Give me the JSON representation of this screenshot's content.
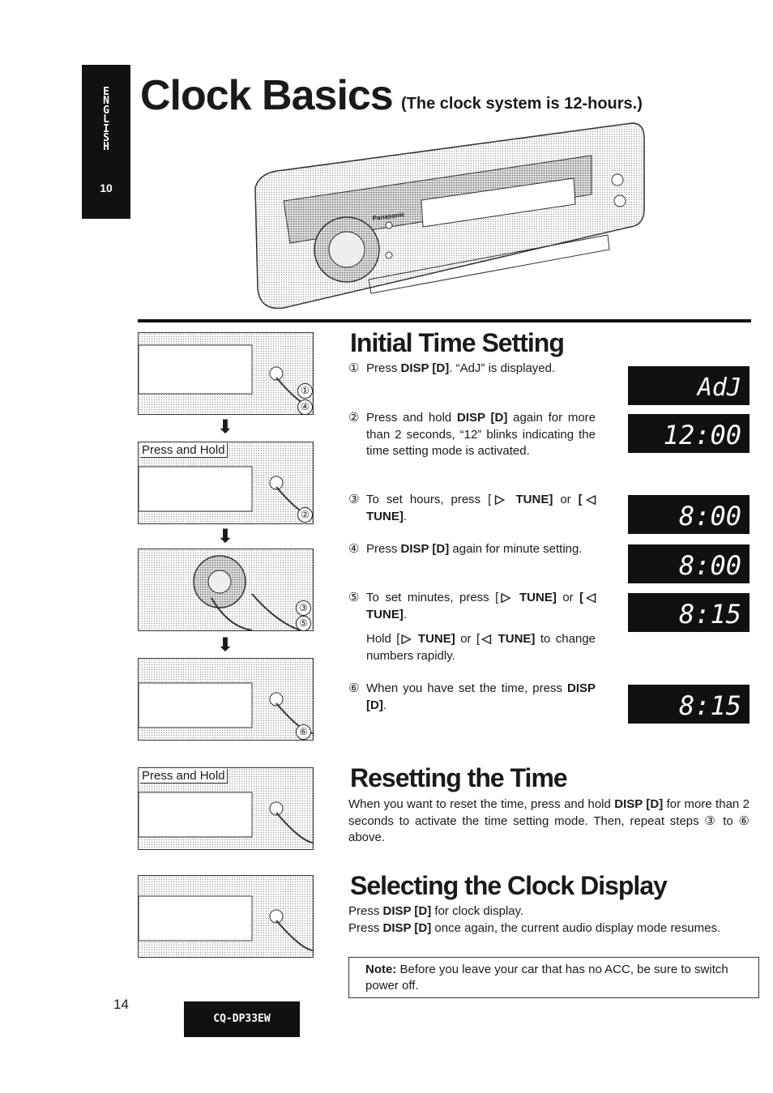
{
  "side_tab": {
    "letters": [
      "E",
      "N",
      "G",
      "L",
      "I",
      "S",
      "H"
    ],
    "number": "10"
  },
  "header": {
    "title": "Clock Basics",
    "subtitle": "(The clock system is 12-hours.)"
  },
  "unit_brand": "Panasonic",
  "thumbnails": {
    "press_hold_label": "Press and Hold",
    "step_markers": [
      "①",
      "②",
      "③",
      "④",
      "⑤",
      "⑥"
    ]
  },
  "initial_time_setting": {
    "heading": "Initial Time Setting",
    "steps": [
      {
        "num": "①",
        "parts": [
          "Press ",
          "DISP [D]",
          ". “AdJ” is displayed."
        ]
      },
      {
        "num": "②",
        "parts": [
          "Press and hold ",
          "DISP [D]",
          " again for more than 2 seconds, “12” blinks indicating the time setting mode is activated."
        ]
      },
      {
        "num": "③",
        "parts": [
          "To set hours, press [",
          "▷ TUNE]",
          " or ",
          "[◁ TUNE]",
          "."
        ]
      },
      {
        "num": "④",
        "parts": [
          "Press ",
          "DISP [D]",
          " again for minute setting."
        ]
      },
      {
        "num": "⑤",
        "parts": [
          "To set minutes, press [",
          "▷ TUNE]",
          " or ",
          "[◁ TUNE]",
          "."
        ]
      },
      {
        "num": "",
        "parts": [
          "Hold [",
          "▷ TUNE]",
          " or [",
          "◁ TUNE]",
          " to change numbers rapidly."
        ]
      },
      {
        "num": "⑥",
        "parts": [
          "When you have set the time, press ",
          "DISP [D]",
          "."
        ]
      }
    ]
  },
  "displays": [
    "AdJ",
    "12:00",
    "8:00",
    "8:00",
    "8:15",
    "8:15"
  ],
  "resetting": {
    "heading": "Resetting the Time",
    "parts": [
      "When you want to reset the time, press and hold ",
      "DISP [D]",
      " for more than 2 seconds to activate the time setting mode. Then, repeat steps ③ to ⑥ above."
    ]
  },
  "selecting": {
    "heading": "Selecting the Clock Display",
    "line1": [
      "Press ",
      "DISP [D]",
      " for clock display."
    ],
    "line2": [
      "Press ",
      "DISP [D]",
      " once again, the current audio display mode resumes."
    ]
  },
  "note": {
    "label": "Note:",
    "text": " Before you leave your car that has no ACC, be sure to switch power off."
  },
  "footer": {
    "page_number": "14",
    "model": "CQ-DP33EW"
  }
}
